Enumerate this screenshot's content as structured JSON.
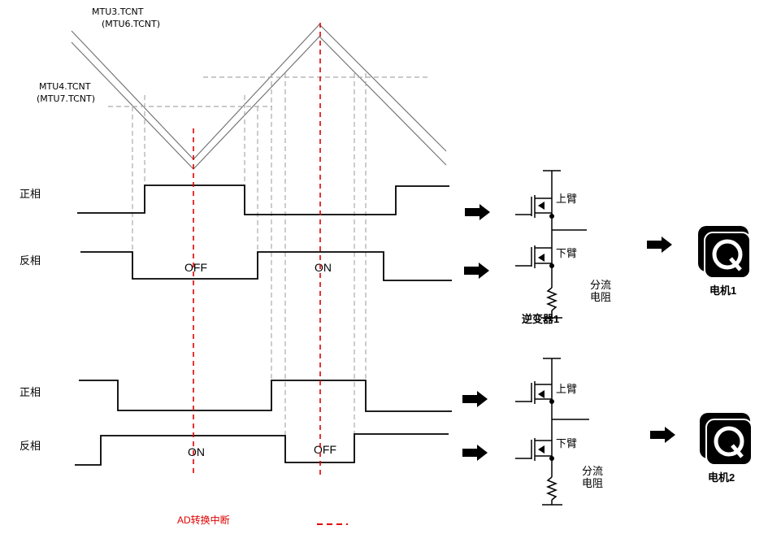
{
  "counters": {
    "upper_line1": "MTU3.TCNT",
    "upper_line2": "(MTU6.TCNT)",
    "lower_line1": "MTU4.TCNT",
    "lower_line2": "(MTU7.TCNT)"
  },
  "phase_labels": {
    "p1_pos": "正相",
    "p1_neg": "反相",
    "p2_pos": "正相",
    "p2_neg": "反相"
  },
  "states": {
    "p1_off": "OFF",
    "p1_on": "ON",
    "p2_on": "ON",
    "p2_off": "OFF"
  },
  "circuit1": {
    "upper_arm": "上臂",
    "lower_arm": "下臂",
    "shunt_line1": "分流",
    "shunt_line2": "电阻",
    "inverter": "逆变器1",
    "motor": "电机1"
  },
  "circuit2": {
    "upper_arm": "上臂",
    "lower_arm": "下臂",
    "shunt_line1": "分流",
    "shunt_line2": "电阻",
    "motor": "电机2"
  },
  "legend": {
    "ad_interrupt": "AD转换中断"
  },
  "colors": {
    "interrupt_line": "#e00000",
    "signal": "#000000",
    "guide": "#aaaaaa"
  }
}
